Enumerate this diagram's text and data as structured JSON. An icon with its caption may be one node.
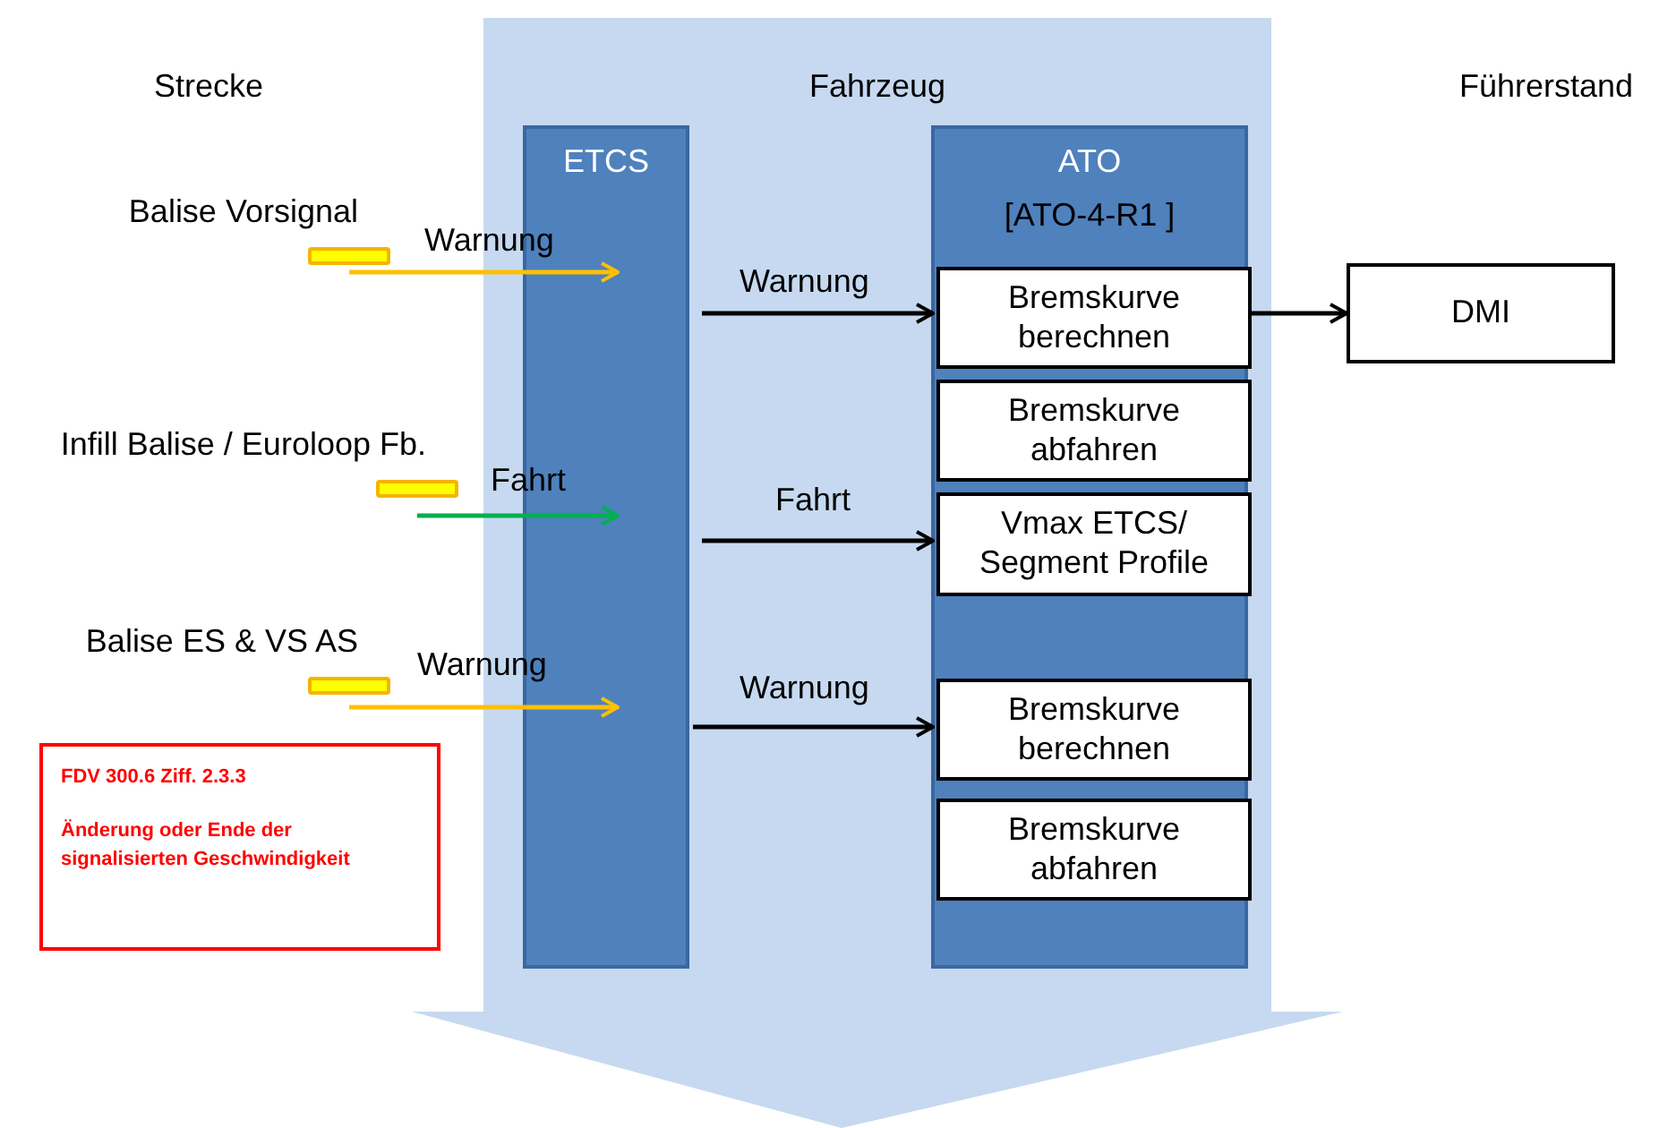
{
  "diagram": {
    "nodes": [
      {
        "text": [
          "Fahrzeug"
        ]
      },
      {
        "text": [
          "ETCS"
        ],
        "in": 0
      },
      {
        "text": [
          "ATO",
          "[ATO-4-R1 ]"
        ],
        "in": 0
      },
      {
        "text": [
          "Bremskurve berechnen"
        ],
        "in": 2
      },
      {
        "text": [
          "Bremskurve abfahren"
        ],
        "in": 2
      },
      {
        "text": [
          "Vmax ETCS/ Segment Profile"
        ],
        "in": 2
      },
      {
        "text": [
          "Bremskurve berechnen"
        ],
        "in": 2
      },
      {
        "text": [
          "Bremskurve abfahren"
        ],
        "in": 2
      },
      {
        "text": [
          "DMI"
        ]
      },
      {
        "text": [
          "Balise Vorsignal"
        ]
      },
      {
        "text": [
          "Infill Balise / Euroloop Fb."
        ]
      },
      {
        "text": [
          "Balise ES & VS AS"
        ]
      },
      {
        "text": [
          "FDV 300.6 Ziff. 2.3.3",
          "Änderung oder Ende der signalisierten Geschwindigkeit"
        ]
      }
    ],
    "edges": [
      {
        "from": 9,
        "to": 1,
        "arrow": "to",
        "label": "Warnung",
        "color": "#ffc000"
      },
      {
        "from": 10,
        "to": 1,
        "arrow": "to",
        "label": "Fahrt",
        "color": "#00b050"
      },
      {
        "from": 11,
        "to": 1,
        "arrow": "to",
        "label": "Warnung",
        "color": "#ffc000"
      },
      {
        "from": 1,
        "to": 3,
        "arrow": "to",
        "label": "Warnung"
      },
      {
        "from": 1,
        "to": 5,
        "arrow": "to",
        "label": "Fahrt"
      },
      {
        "from": 1,
        "to": 6,
        "arrow": "to",
        "label": "Warnung"
      },
      {
        "from": 3,
        "to": 8,
        "arrow": "to"
      }
    ],
    "labels": [
      "Strecke",
      "Führerstand"
    ]
  }
}
